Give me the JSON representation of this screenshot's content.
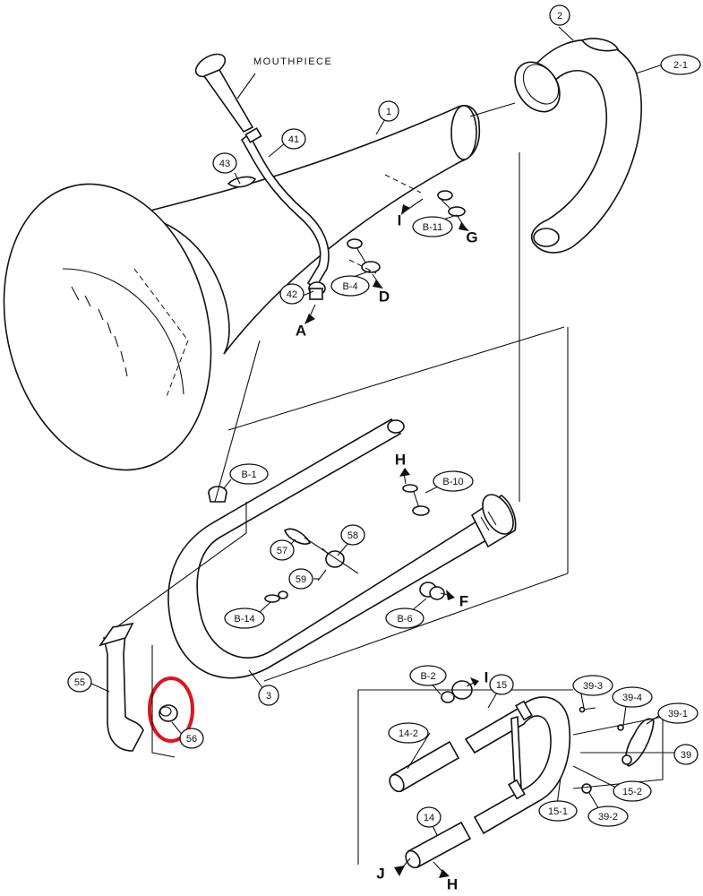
{
  "mouthpiece_label": "MOUTHPIECE",
  "callouts": {
    "p2": "2",
    "p2_1": "2-1",
    "p1": "1",
    "p41": "41",
    "p43": "43",
    "b11": "B-11",
    "b4": "B-4",
    "p42": "42",
    "b1": "B-1",
    "b10": "B-10",
    "p58": "58",
    "p57": "57",
    "p59": "59",
    "b14": "B-14",
    "b6": "B-6",
    "p55": "55",
    "p56": "56",
    "p3": "3",
    "b2": "B-2",
    "p15": "15",
    "p39_3": "39-3",
    "p39_4": "39-4",
    "p39_1": "39-1",
    "p39": "39",
    "p14_2": "14-2",
    "p15_2": "15-2",
    "p15_1": "15-1",
    "p39_2": "39-2",
    "p14": "14"
  },
  "connection_letters": {
    "i_top": "I",
    "g": "G",
    "d": "D",
    "a": "A",
    "h_top": "H",
    "f": "F",
    "i_low": "I",
    "j": "J",
    "h_low": "H"
  },
  "colors": {
    "line": "#111111",
    "highlight": "#e0141b",
    "background": "#ffffff"
  }
}
